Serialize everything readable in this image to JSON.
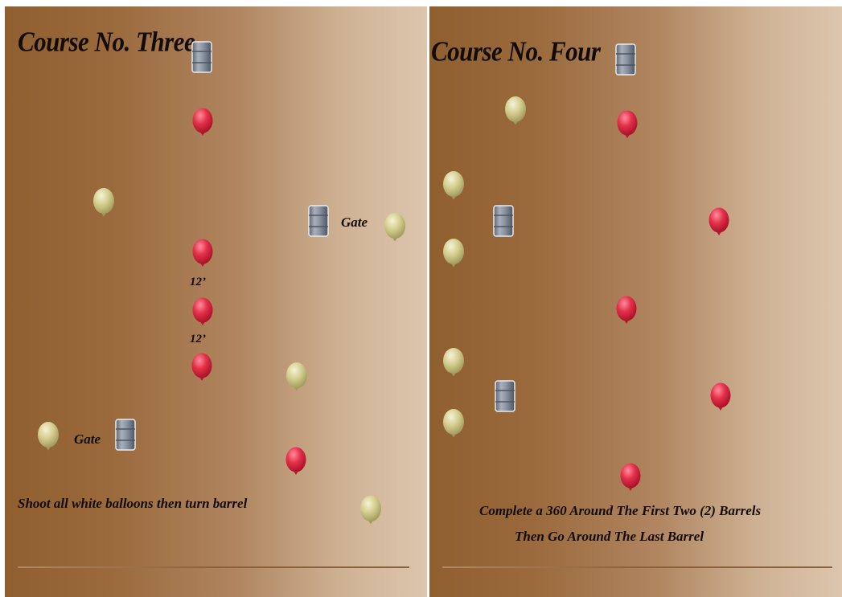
{
  "colors": {
    "red_balloon": "#e4304a",
    "white_balloon": "#d2cc8c",
    "barrel": "#8c96a4",
    "text": "#120b05"
  },
  "icons": {
    "red_balloon": "red-balloon-icon",
    "white_balloon": "white-balloon-icon",
    "barrel": "barrel-icon"
  },
  "course_three": {
    "title": "Course No. Three",
    "gate_right_label": "Gate",
    "gate_left_label": "Gate",
    "distance_1": "12’",
    "distance_2": "12’",
    "instruction": "Shoot all white balloons then turn barrel"
  },
  "course_four": {
    "title": "Course No. Four",
    "instruction_line1": "Complete a 360 Around The First Two (2) Barrels",
    "instruction_line2": "Then Go Around The Last Barrel"
  }
}
